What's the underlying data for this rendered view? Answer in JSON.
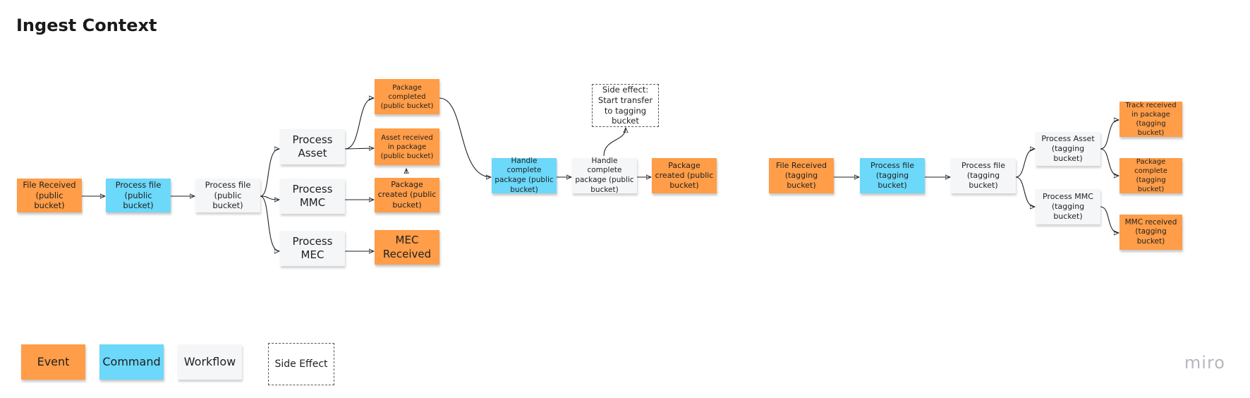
{
  "title": "Ingest Context",
  "brand": "miro",
  "colors": {
    "event": "#ff9d48",
    "command": "#6cd8fa",
    "workflow": "#f5f6f8",
    "side_effect_border": "#555555"
  },
  "nodes": {
    "n1": {
      "kind": "event",
      "label": "File Received (public bucket)"
    },
    "n2": {
      "kind": "command",
      "label": "Process file (public bucket)"
    },
    "n3": {
      "kind": "workflow",
      "label": "Process file (public bucket)"
    },
    "n4": {
      "kind": "workflow",
      "label": "Process Asset"
    },
    "n5": {
      "kind": "workflow",
      "label": "Process MMC"
    },
    "n6": {
      "kind": "workflow",
      "label": "Process MEC"
    },
    "n7": {
      "kind": "event",
      "label": "Package completed (public bucket)"
    },
    "n8": {
      "kind": "event",
      "label": "Asset received in package (public bucket)"
    },
    "n9": {
      "kind": "event",
      "label": "Package created (public bucket)"
    },
    "n10": {
      "kind": "event",
      "label": "MEC Received"
    },
    "n11": {
      "kind": "command",
      "label": "Handle complete package (public bucket)"
    },
    "n12": {
      "kind": "workflow",
      "label": "Handle complete package (public bucket)"
    },
    "n13": {
      "kind": "side",
      "label": "Side effect: Start transfer to tagging bucket"
    },
    "n14": {
      "kind": "event",
      "label": "Package created (public bucket)"
    },
    "n15": {
      "kind": "event",
      "label": "File Received (tagging bucket)"
    },
    "n16": {
      "kind": "command",
      "label": "Process file (tagging bucket)"
    },
    "n17": {
      "kind": "workflow",
      "label": "Process file (tagging bucket)"
    },
    "n18": {
      "kind": "workflow",
      "label": "Process Asset (tagging bucket)"
    },
    "n19": {
      "kind": "workflow",
      "label": "Process MMC (tagging bucket)"
    },
    "n20": {
      "kind": "event",
      "label": "Track received in package (tagging bucket)"
    },
    "n21": {
      "kind": "event",
      "label": "Package complete (tagging bucket)"
    },
    "n22": {
      "kind": "event",
      "label": "MMC received (tagging bucket)"
    }
  },
  "legend": {
    "event": "Event",
    "command": "Command",
    "workflow": "Workflow",
    "side_effect": "Side Effect"
  },
  "edges": [
    [
      "n1",
      "n2"
    ],
    [
      "n2",
      "n3"
    ],
    [
      "n3",
      "n4"
    ],
    [
      "n3",
      "n5"
    ],
    [
      "n3",
      "n6"
    ],
    [
      "n4",
      "n7"
    ],
    [
      "n4",
      "n8"
    ],
    [
      "n5",
      "n9"
    ],
    [
      "n9",
      "n8"
    ],
    [
      "n6",
      "n10"
    ],
    [
      "n7",
      "n11"
    ],
    [
      "n11",
      "n12"
    ],
    [
      "n12",
      "n13"
    ],
    [
      "n12",
      "n14"
    ],
    [
      "n15",
      "n16"
    ],
    [
      "n16",
      "n17"
    ],
    [
      "n17",
      "n18"
    ],
    [
      "n17",
      "n19"
    ],
    [
      "n18",
      "n20"
    ],
    [
      "n18",
      "n21"
    ],
    [
      "n19",
      "n22"
    ]
  ]
}
